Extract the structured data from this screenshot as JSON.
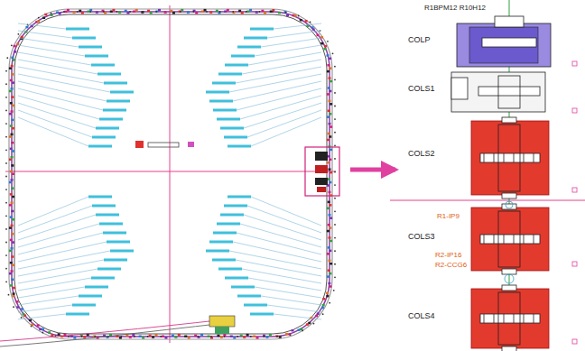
{
  "diagram": {
    "labels": [
      "R1BPM12 R10H12",
      "COLP",
      "COLS1",
      "COLS2",
      "R1-IP9",
      "COLS3",
      "R2-IP16",
      "R2-CCG6",
      "COLS4"
    ]
  }
}
